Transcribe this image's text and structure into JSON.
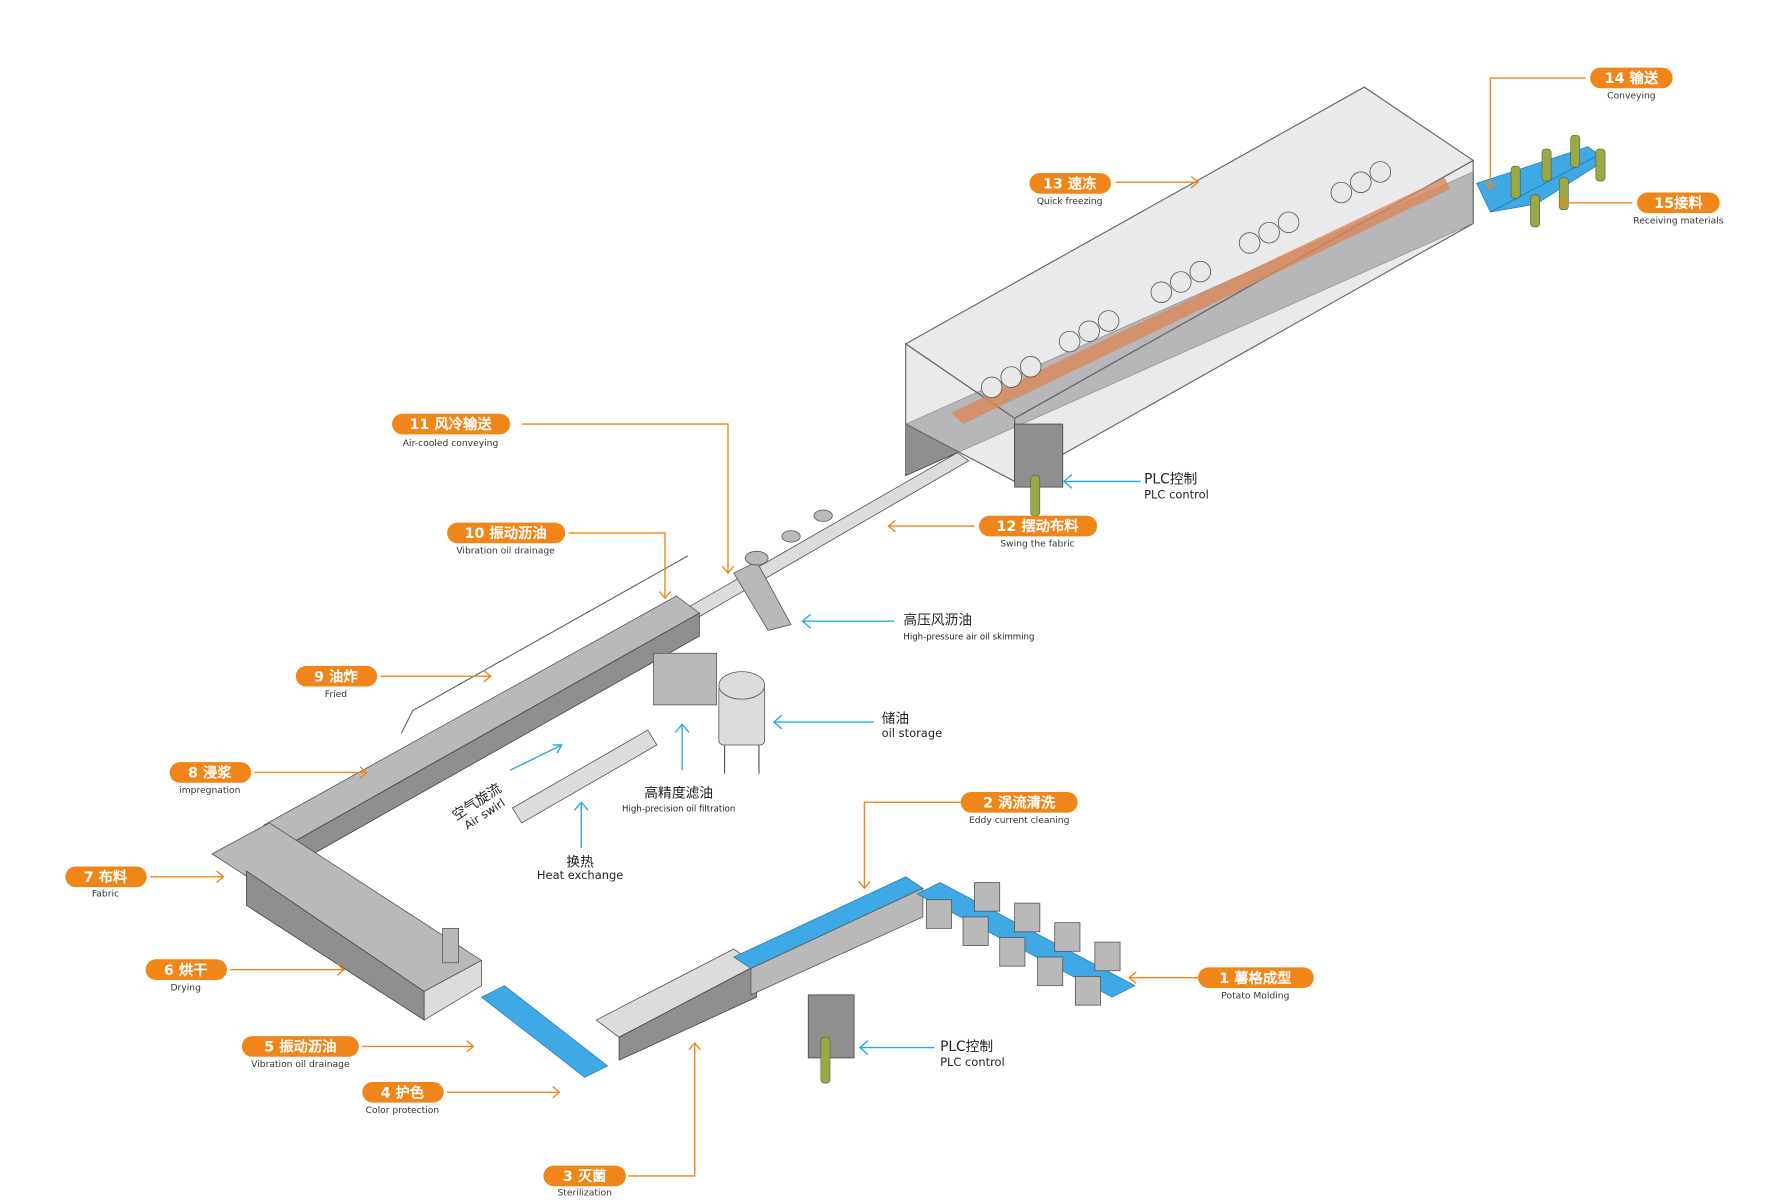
{
  "title": "Potato fries production line process flow",
  "colors": {
    "accent": "#f08519",
    "callout": "#29a8e8",
    "machine": "#b9b9b9",
    "belt": "#3fa9e6"
  },
  "steps": [
    {
      "num": "1",
      "zh": "薯格成型",
      "en": "Potato Molding"
    },
    {
      "num": "2",
      "zh": "涡流清洗",
      "en": "Eddy current cleaning"
    },
    {
      "num": "3",
      "zh": "灭菌",
      "en": "Sterilization"
    },
    {
      "num": "4",
      "zh": "护色",
      "en": "Color protection"
    },
    {
      "num": "5",
      "zh": "振动沥油",
      "en": "Vibration oil drainage"
    },
    {
      "num": "6",
      "zh": "烘干",
      "en": "Drying"
    },
    {
      "num": "7",
      "zh": "布料",
      "en": "Fabric"
    },
    {
      "num": "8",
      "zh": "浸浆",
      "en": "impregnation"
    },
    {
      "num": "9",
      "zh": "油炸",
      "en": "Fried"
    },
    {
      "num": "10",
      "zh": "振动沥油",
      "en": "Vibration oil drainage"
    },
    {
      "num": "11",
      "zh": "风冷输送",
      "en": "Air-cooled conveying"
    },
    {
      "num": "12",
      "zh": "摆动布料",
      "en": "Swing the fabric"
    },
    {
      "num": "13",
      "zh": "速冻",
      "en": "Quick freezing"
    },
    {
      "num": "14",
      "zh": "输送",
      "en": "Conveying"
    },
    {
      "num": "15",
      "zh": "接料",
      "en": "Receiving materials"
    }
  ],
  "step_labels": [
    "1 薯格成型",
    "2 涡流清洗",
    "3 灭菌",
    "4 护色",
    "5 振动沥油",
    "6 烘干",
    "7 布料",
    "8 浸浆",
    "9 油炸",
    "10 振动沥油",
    "11 风冷输送",
    "12 摆动布料",
    "13 速冻",
    "14 输送",
    "15接料"
  ],
  "callouts": [
    {
      "zh": "PLC控制",
      "en": "PLC control"
    },
    {
      "zh": "高压风沥油",
      "en": "High-pressure air oil skimming"
    },
    {
      "zh": "储油",
      "en": "oil storage"
    },
    {
      "zh": "高精度滤油",
      "en": "High-precision oil filtration"
    },
    {
      "zh": "空气旋流",
      "en": "Air swirl"
    },
    {
      "zh": "换热",
      "en": "Heat exchange"
    },
    {
      "zh": "PLC控制",
      "en": "PLC control"
    }
  ]
}
